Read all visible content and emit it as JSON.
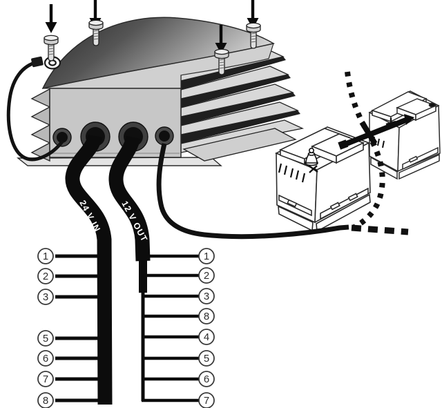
{
  "diagram": {
    "converter": {
      "cable_in_label": "24 V IN",
      "cable_out_label": "12 V OUT"
    },
    "left_terminal_numbers": [
      "1",
      "2",
      "3",
      "5",
      "6",
      "7",
      "8"
    ],
    "right_terminal_numbers": [
      "1",
      "2",
      "3",
      "8",
      "4",
      "5",
      "6",
      "7"
    ]
  }
}
